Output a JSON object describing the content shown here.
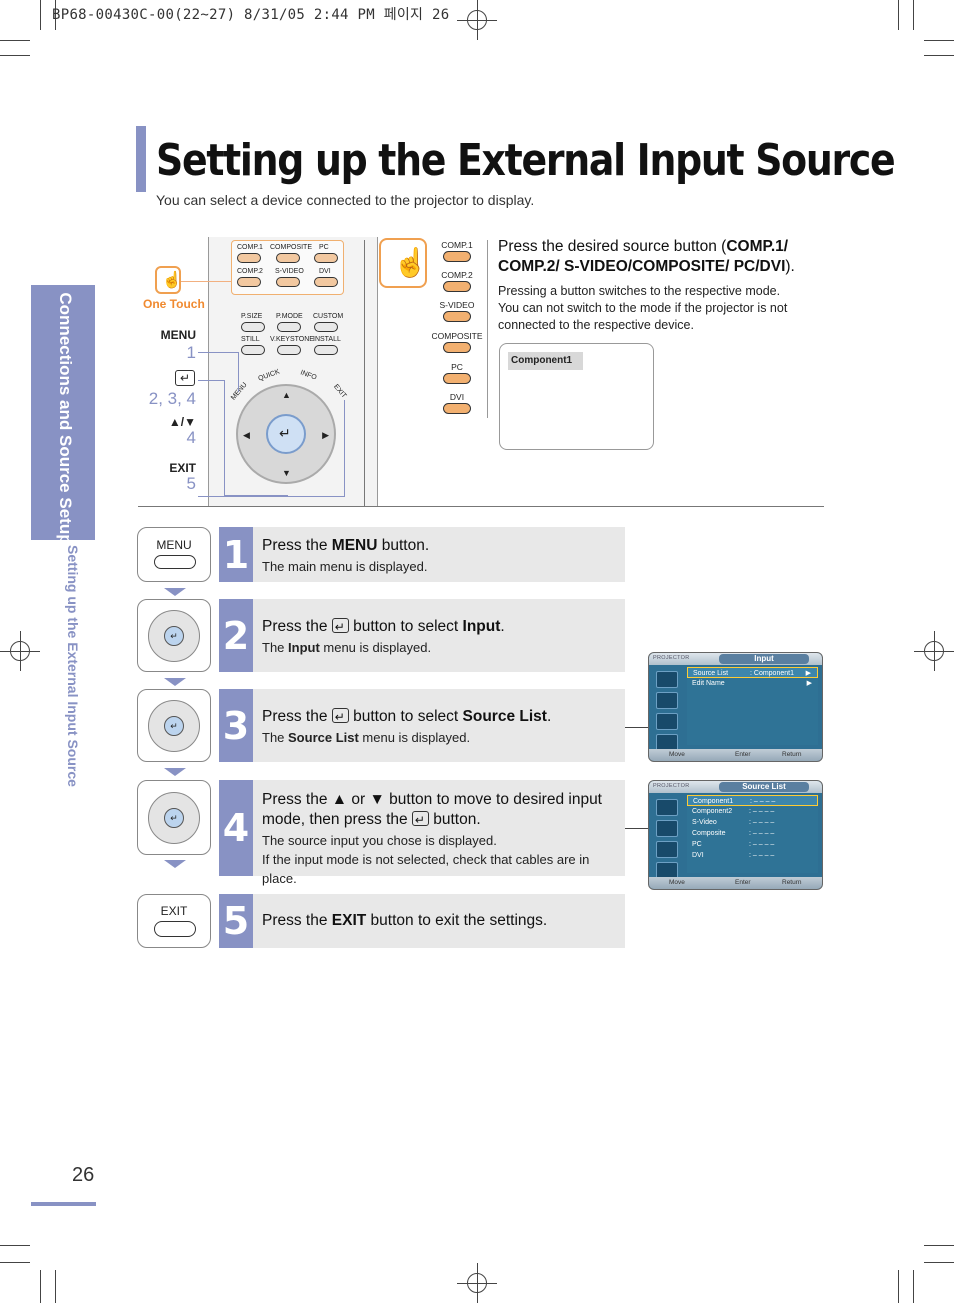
{
  "header_line": "BP68-00430C-00(22~27)  8/31/05  2:44 PM 페이지 26",
  "side_tab": {
    "section": "Connections and Source Setup",
    "subsection": "Setting up the External Input Source"
  },
  "title": "Setting up the External Input Source",
  "subtitle": "You can select a device connected to the projector to display.",
  "remote": {
    "one_touch_label": "One Touch",
    "buttons": {
      "comp1": "COMP.1",
      "composite": "COMPOSITE",
      "pc": "PC",
      "comp2": "COMP.2",
      "svideo": "S-VIDEO",
      "dvi": "DVI",
      "psize": "P.SIZE",
      "pmode": "P.MODE",
      "custom": "CUSTOM",
      "still": "STILL",
      "vkeystone": "V.KEYSTONE",
      "install": "INSTALL",
      "menu": "MENU",
      "quick": "QUICK",
      "info": "INFO",
      "exit": "EXIT"
    },
    "labels": {
      "menu": "MENU",
      "menu_num": "1",
      "enter_num": "2, 3, 4",
      "updown": "▲/▼",
      "updown_num": "4",
      "exit": "EXIT",
      "exit_num": "5"
    }
  },
  "source_buttons": [
    "COMP.1",
    "COMP.2",
    "S-VIDEO",
    "COMPOSITE",
    "PC",
    "DVI"
  ],
  "source_instruction": {
    "pre": "Press the desired source button (",
    "bold": "COMP.1/ COMP.2/ S-VIDEO/COMPOSITE/ PC/DVI",
    "post": ").",
    "note1": "Pressing a button switches to the respective mode.",
    "note2": "You can not switch to the mode if the projector is not connected to the respective device.",
    "display_tag": "Component1"
  },
  "steps": [
    {
      "num": "1",
      "pre": "Press the ",
      "bold": "MENU",
      "post": " button.",
      "sub": "The main menu is displayed.",
      "icon_label": "MENU"
    },
    {
      "num": "2",
      "pre": "Press the ",
      "mid": " button to select ",
      "bold": "Input",
      "post": ".",
      "sub_pre": "The ",
      "sub_bold": "Input",
      "sub_post": " menu is displayed."
    },
    {
      "num": "3",
      "pre": "Press the ",
      "mid": " button to select ",
      "bold": "Source List",
      "post": ".",
      "sub_pre": "The ",
      "sub_bold": "Source List",
      "sub_post": " menu is displayed."
    },
    {
      "num": "4",
      "line1": "Press the ▲ or ▼ button to move to desired input",
      "line2_pre": "mode, then press the ",
      "line2_post": " button.",
      "sub1": "The source input you chose is displayed.",
      "sub2": "If the input mode is not selected, check that cables are in place."
    },
    {
      "num": "5",
      "pre": "Press the ",
      "bold": "EXIT",
      "post": " button to exit the settings.",
      "icon_label": "EXIT"
    }
  ],
  "osd_input": {
    "brand": "PROJECTOR",
    "title": "Input",
    "rows": [
      {
        "label": "Source List",
        "value": ": Component1",
        "arrow": "▶"
      },
      {
        "label": "Edit Name",
        "value": "",
        "arrow": "▶"
      }
    ],
    "footer": {
      "move": "Move",
      "enter": "Enter",
      "return": "Return"
    }
  },
  "osd_source": {
    "brand": "PROJECTOR",
    "title": "Source List",
    "rows": [
      {
        "label": "Component1",
        "value": ": – – – –"
      },
      {
        "label": "Component2",
        "value": ": – – – –"
      },
      {
        "label": "S-Video",
        "value": ": – – – –"
      },
      {
        "label": "Composite",
        "value": ": – – – –"
      },
      {
        "label": "PC",
        "value": ": – – – –"
      },
      {
        "label": "DVI",
        "value": ": – – – –"
      }
    ],
    "footer": {
      "move": "Move",
      "enter": "Enter",
      "return": "Return"
    }
  },
  "page_number": "26"
}
